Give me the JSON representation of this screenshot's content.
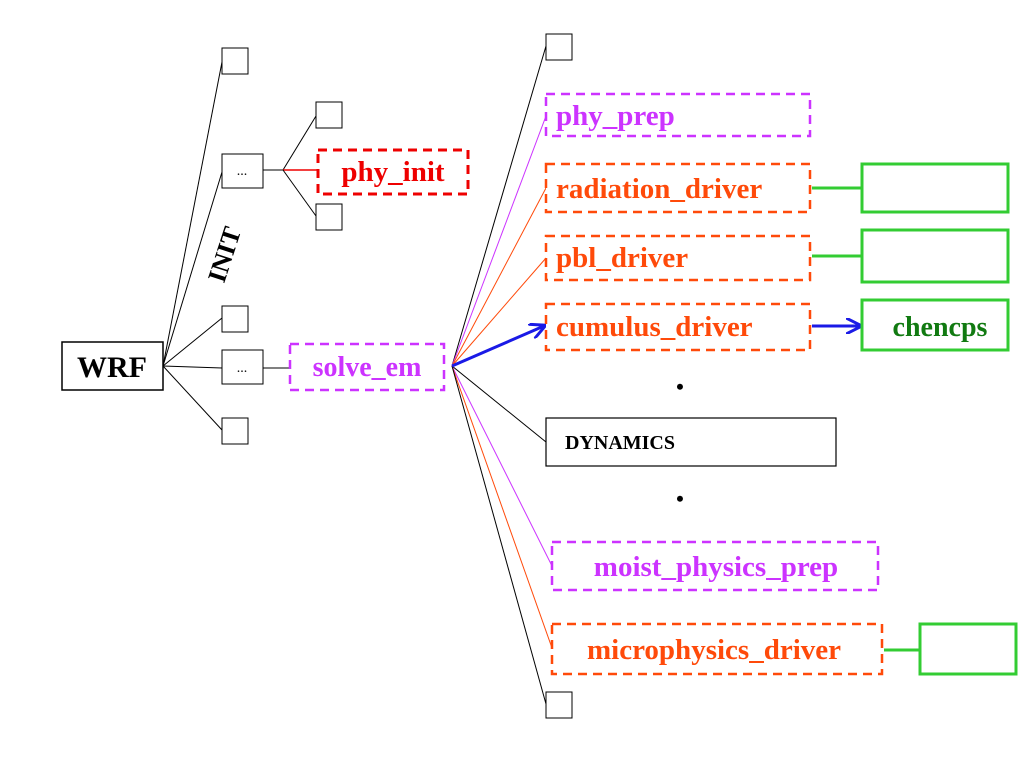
{
  "colors": {
    "black": "#000000",
    "magenta": "#cc33ff",
    "red": "#ee0000",
    "orange": "#ff4a0a",
    "green": "#33cc33",
    "dark_green": "#117a11",
    "blue": "#1a1ae6"
  },
  "nodes": {
    "wrf": "WRF",
    "init_ellipsis": "...",
    "solve_ellipsis": "...",
    "phy_init": "phy_init",
    "solve_em": "solve_em",
    "init_label": "INIT",
    "phy_prep": "phy_prep",
    "radiation_driver": "radiation_driver",
    "pbl_driver": "pbl_driver",
    "cumulus_driver": "cumulus_driver",
    "chencps": "chencps",
    "dot_upper": "•",
    "dynamics": "DYNAMICS",
    "dot_lower": "•",
    "moist_physics_prep": "moist_physics_prep",
    "microphysics_driver": "microphysics_driver"
  }
}
